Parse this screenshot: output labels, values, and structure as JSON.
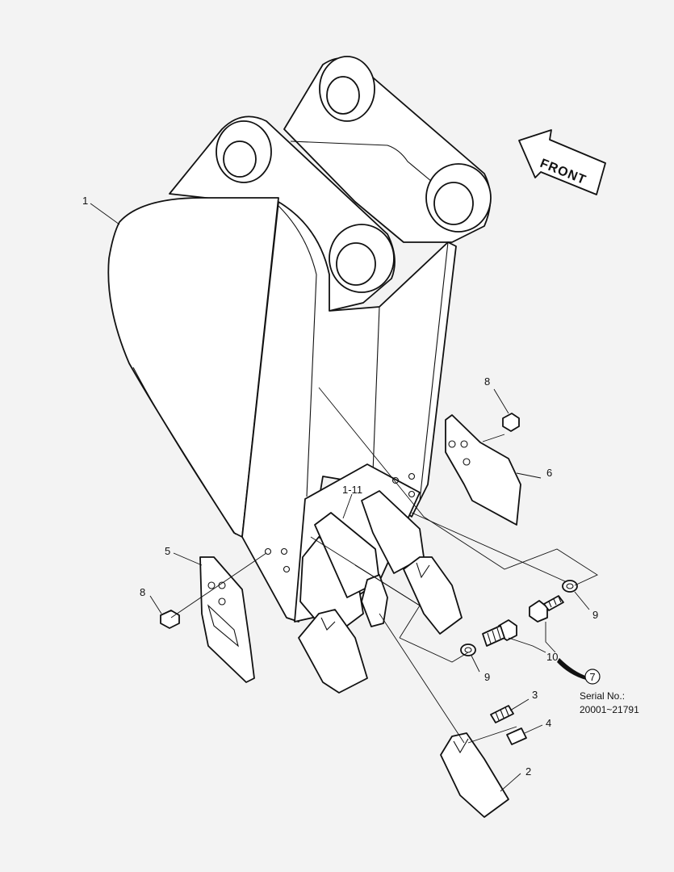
{
  "front_arrow": {
    "label": "FRONT"
  },
  "callouts": [
    {
      "id": "c1",
      "text": "1"
    },
    {
      "id": "c1-11",
      "text": "1-11"
    },
    {
      "id": "c2",
      "text": "2"
    },
    {
      "id": "c3",
      "text": "3"
    },
    {
      "id": "c4",
      "text": "4"
    },
    {
      "id": "c5",
      "text": "5"
    },
    {
      "id": "c6",
      "text": "6"
    },
    {
      "id": "c8a",
      "text": "8"
    },
    {
      "id": "c8b",
      "text": "8"
    },
    {
      "id": "c9a",
      "text": "9"
    },
    {
      "id": "c9b",
      "text": "9"
    },
    {
      "id": "c10",
      "text": "10"
    }
  ],
  "reference": {
    "circle_text": "7",
    "serial_label": "Serial No.:",
    "serial_range": "20001~21791"
  }
}
